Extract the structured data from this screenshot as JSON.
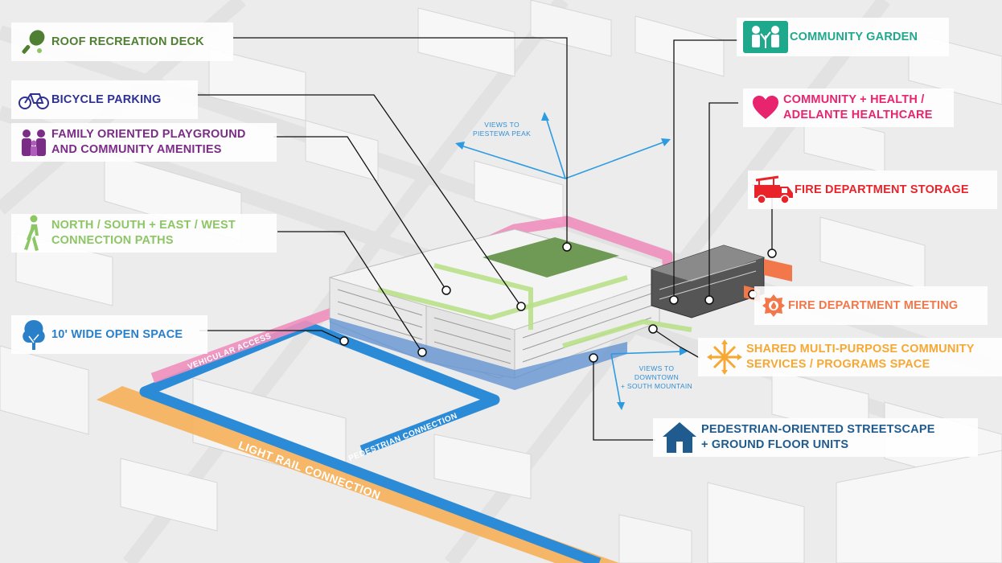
{
  "labels": {
    "roof_deck": {
      "lines": [
        "ROOF RECREATION DECK"
      ],
      "color": "#4f7f33",
      "icon": "paddle-icon"
    },
    "bicycle": {
      "lines": [
        "BICYCLE PARKING"
      ],
      "color": "#2e3192",
      "icon": "bicycle-icon"
    },
    "family": {
      "lines": [
        "FAMILY ORIENTED PLAYGROUND",
        "AND COMMUNITY AMENITIES"
      ],
      "color": "#7b2c87",
      "icon": "family-icon"
    },
    "paths": {
      "lines": [
        "NORTH / SOUTH + EAST / WEST",
        "CONNECTION PATHS"
      ],
      "color": "#8cc665",
      "icon": "walking-person-icon"
    },
    "open_space": {
      "lines": [
        "10' WIDE OPEN SPACE"
      ],
      "color": "#2a80c8",
      "icon": "tree-icon"
    },
    "garden": {
      "lines": [
        "COMMUNITY GARDEN"
      ],
      "color": "#1fa98c",
      "icon": "garden-icon"
    },
    "health": {
      "lines": [
        "COMMUNITY + HEALTH /",
        "ADELANTE HEALTHCARE"
      ],
      "color": "#e8246f",
      "icon": "heart-icon"
    },
    "fire_storage": {
      "lines": [
        "FIRE DEPARTMENT STORAGE"
      ],
      "color": "#e8232a",
      "icon": "fire-truck-icon"
    },
    "fire_meeting": {
      "lines": [
        "FIRE DEPARTMENT MEETING"
      ],
      "color": "#f2774a",
      "icon": "fire-badge-icon"
    },
    "shared": {
      "lines": [
        "SHARED MULTI-PURPOSE COMMUNITY",
        "SERVICES / PROGRAMS SPACE"
      ],
      "color": "#f7a833",
      "icon": "arrows-out-icon"
    },
    "pedestrian": {
      "lines": [
        "PEDESTRIAN-ORIENTED STREETSCAPE",
        "+ GROUND FLOOR UNITS"
      ],
      "color": "#1f5b8f",
      "icon": "house-icon"
    }
  },
  "annotations": {
    "views_peak": [
      "VIEWS TO",
      "PIESTEWA PEAK"
    ],
    "views_downtown": [
      "VIEWS TO",
      "DOWNTOWN",
      "+ SOUTH MOUNTAIN"
    ]
  },
  "roads": {
    "vehicular": "VEHICULAR ACCESS",
    "pedestrian": "PEDESTRIAN CONNECTION",
    "light_rail": "LIGHT RAIL CONNECTION"
  },
  "colors": {
    "vehicular": "#f08fbc",
    "pedestrian": "#2c8bd6",
    "light_rail": "#f7b05a",
    "connection_paths": "#b9e08a",
    "roof_green": "#6f9a55"
  }
}
